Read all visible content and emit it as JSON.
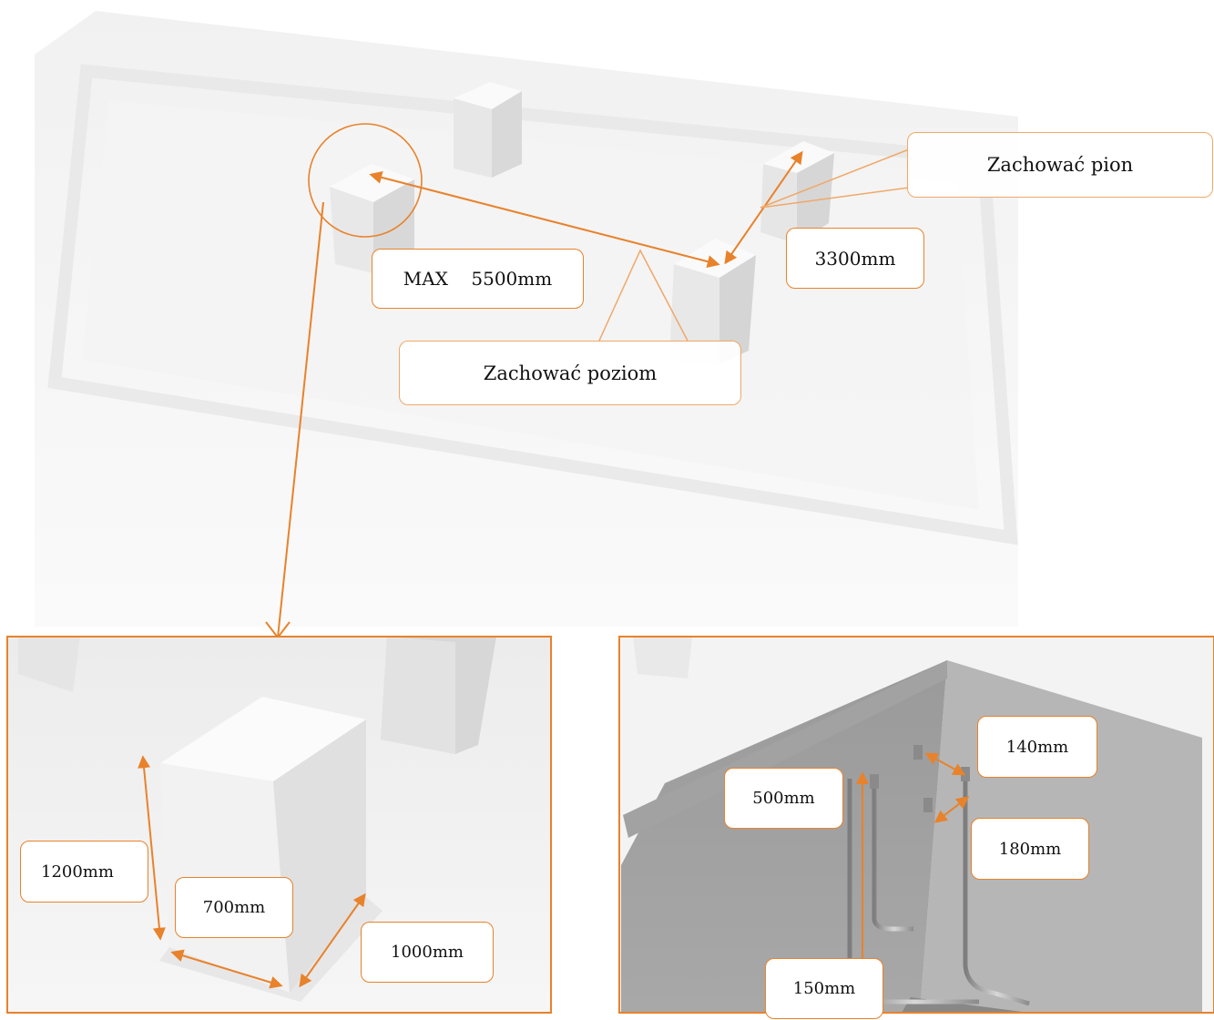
{
  "colors": {
    "accent": "#e8822b",
    "callout_border": "#f0a868"
  },
  "labels": {
    "vertical_note": "Zachować pion",
    "horizontal_note": "Zachować poziom",
    "max_spacing": "MAX    5500mm",
    "spacing_b": "3300mm",
    "height": "1200mm",
    "width": "700mm",
    "depth": "1000mm",
    "anchor_length": "500mm",
    "anchor_spacing_a": "140mm",
    "anchor_spacing_b": "180mm",
    "anchor_hook": "150mm"
  }
}
